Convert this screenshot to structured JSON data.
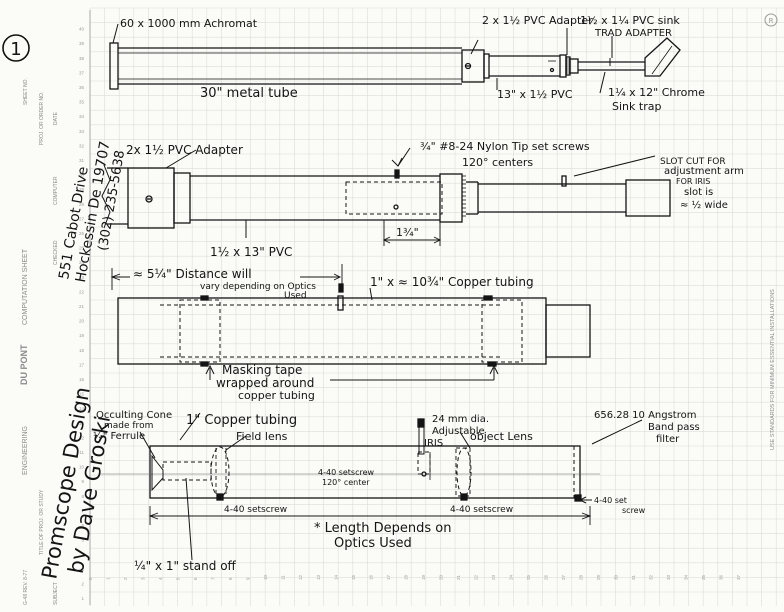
{
  "sheet": {
    "number": "1",
    "brand": "DU PONT",
    "engineering": "ENGINEERING",
    "sheet_title": "COMPUTATION SHEET",
    "field_sheet_no": "SHEET NO.",
    "field_title": "TITLE OF PROJ. OR STUDY",
    "field_subject": "SUBJECT",
    "field_form": "G-48 REV. 8-77",
    "field_proj": "PROJ. OR ORDER NO.",
    "field_computer": "COMPUTER",
    "field_date": "DATE",
    "field_checked": "CHECKED",
    "side_note": "USE STANDARDS FOR MINIMUM ESSENTIAL INSTALLATIONS",
    "rule_left": [
      "1",
      "2",
      "3",
      "4",
      "5",
      "6",
      "7",
      "8",
      "9",
      "10",
      "11",
      "12",
      "13",
      "14",
      "15",
      "16",
      "17",
      "18",
      "19",
      "20",
      "21",
      "22",
      "23",
      "24",
      "25",
      "26",
      "27",
      "28",
      "29",
      "30",
      "31",
      "32",
      "33",
      "34",
      "35",
      "36",
      "37",
      "38",
      "39",
      "40"
    ],
    "rule_bottom": [
      "0",
      "1",
      "2",
      "3",
      "4",
      "5",
      "6",
      "7",
      "8",
      "9",
      "10",
      "11",
      "12",
      "13",
      "14",
      "15",
      "16",
      "17",
      "18",
      "19",
      "20",
      "21",
      "22",
      "23",
      "24",
      "25",
      "26",
      "27",
      "28",
      "29",
      "30",
      "31",
      "32",
      "33",
      "34",
      "35",
      "36",
      "37"
    ]
  },
  "title_block": {
    "title": "Promscope Design",
    "author": "by Dave Groski",
    "address_street": "551 Cabot Drive",
    "address_city": "Hockessin De 19707",
    "address_phone": "(302) 235-5638"
  },
  "drawing1": {
    "achromat": "60 x 1000 mm Achromat",
    "metal_tube": "30\" metal tube",
    "pvc_adapter": "2 x 1½ PVC Adapter",
    "sink_adapter_1": "1½ x 1¼ PVC sink",
    "sink_adapter_2": "TRAD ADAPTER",
    "pvc_13": "13\" x 1½ PVC",
    "sink_trap_1": "1¼ x 12\" Chrome",
    "sink_trap_2": "Sink trap"
  },
  "drawing2": {
    "pvc_adapter": "2x 1½ PVC Adapter",
    "set_screws_1": "¾\" #8-24 Nylon Tip set screws",
    "set_screws_2": "120° centers",
    "slot_1": "SLOT CUT FOR",
    "slot_2": "adjustment arm",
    "slot_3": "FOR IRIS",
    "slot_4": "slot is",
    "slot_5": "≈ ½ wide",
    "dim_134": "1¾\"",
    "pvc_label": "1½ x 13\" PVC"
  },
  "drawing3": {
    "distance_1": "≈ 5¼\" Distance will",
    "distance_2": "vary depending on Optics",
    "distance_3": "Used",
    "copper": "1\" x ≈ 10¾\" Copper tubing",
    "tape_1": "Masking tape",
    "tape_2": "wrapped around",
    "tape_3": "copper tubing"
  },
  "drawing4": {
    "cone_1": "Occulting Cone",
    "cone_2": "made from",
    "cone_3": "¼\" Ferrule",
    "copper_1": "1\" Copper tubing",
    "field_lens": "Field lens",
    "iris_1": "24 mm dia.",
    "iris_2": "Adjustable",
    "iris_3": "IRIS",
    "object_lens": "object Lens",
    "filter_1": "656.28  10 Angstrom",
    "filter_2": "Band pass",
    "filter_3": "filter",
    "setscrew_120_1": "4-40 setscrew",
    "setscrew_120_2": "120° center",
    "setscrew_a": "4-40 setscrew",
    "setscrew_b": "4-40 setscrew",
    "setscrew_c_1": "4-40 set",
    "setscrew_c_2": "screw",
    "length_1": "* Length Depends on",
    "length_2": "Optics Used",
    "standoff": "¼\" x 1\" stand off"
  }
}
